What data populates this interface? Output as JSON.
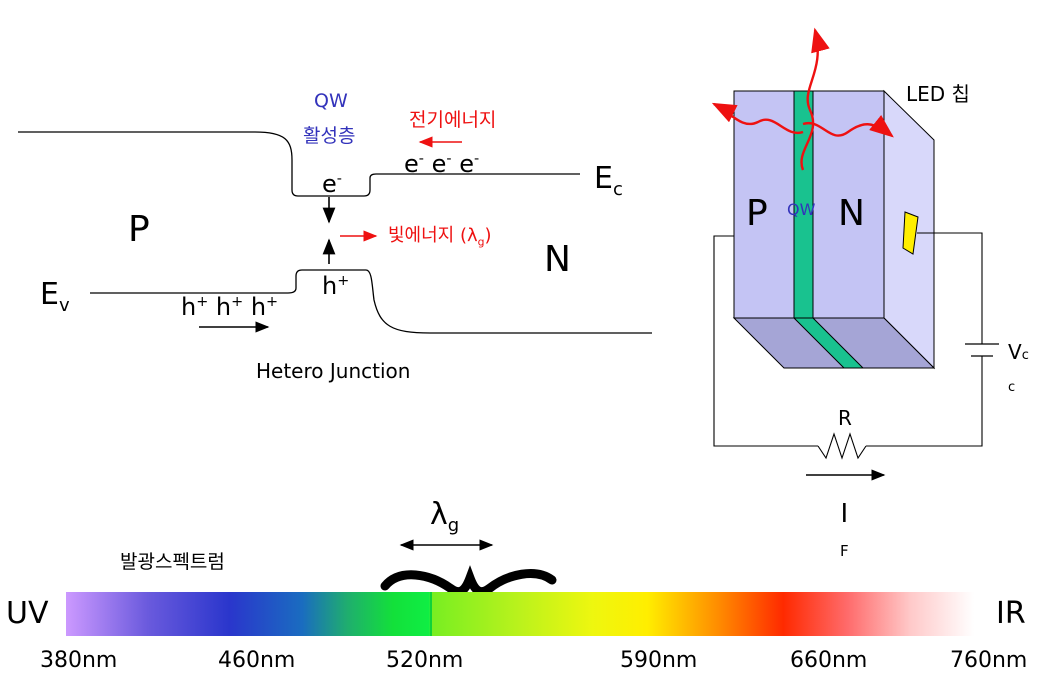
{
  "band_diagram": {
    "qw_label": "QW",
    "active_layer_label": "활성층",
    "electric_energy_label": "전기에너지",
    "light_energy_label": "빛에너지",
    "lambda_g": "λg",
    "electron_well": "e-",
    "hole_well": "h+",
    "electrons_row": "e- e- e-",
    "holes_row": "h+ h+ h+",
    "p_region": "P",
    "n_region": "N",
    "conduction_band_label": "Ec",
    "valence_band_label": "Ev",
    "junction_caption": "Hetero Junction"
  },
  "led_chip": {
    "title": "LED 칩",
    "p_label": "P",
    "qw_label": "QW",
    "n_label": "N",
    "voltage_label": "Vc",
    "resistor_label": "R",
    "current_label": "IF",
    "colors": {
      "chip_face": "#c4c4f4",
      "chip_side": "#d8d8fa",
      "chip_bottom": "#a5a5d6",
      "qw_stripe": "#19c28f",
      "contact_pad": "#ffee00",
      "photon_arrow": "#ee1111"
    }
  },
  "spectrum": {
    "title": "발광스펙트럼",
    "lambda_g": "λg",
    "uv_label": "UV",
    "ir_label": "IR",
    "ticks": [
      "380nm",
      "460nm",
      "520nm",
      "590nm",
      "660nm",
      "760nm"
    ]
  }
}
